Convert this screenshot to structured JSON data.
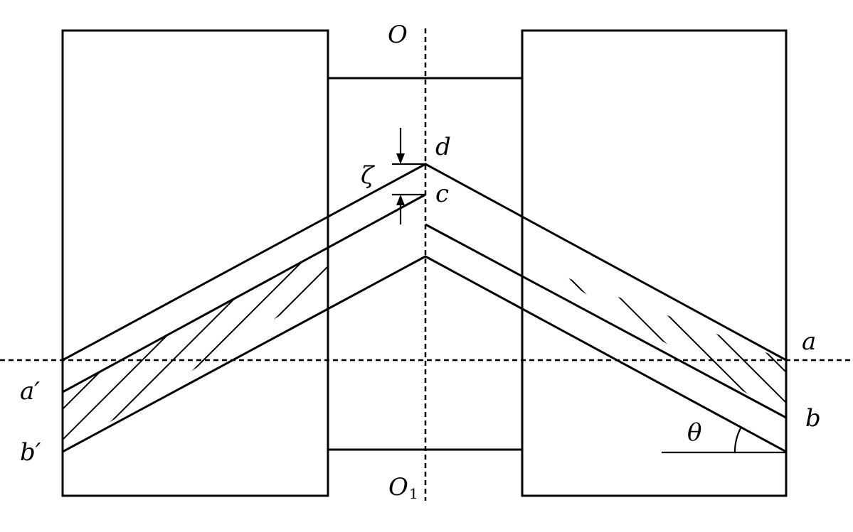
{
  "labels": {
    "O": "O",
    "O1_main": "O",
    "O1_sub": "1",
    "d": "d",
    "c": "c",
    "zeta": "ζ",
    "a": "a",
    "b": "b",
    "a_prime": "a′",
    "b_prime": "b′",
    "theta": "θ"
  }
}
